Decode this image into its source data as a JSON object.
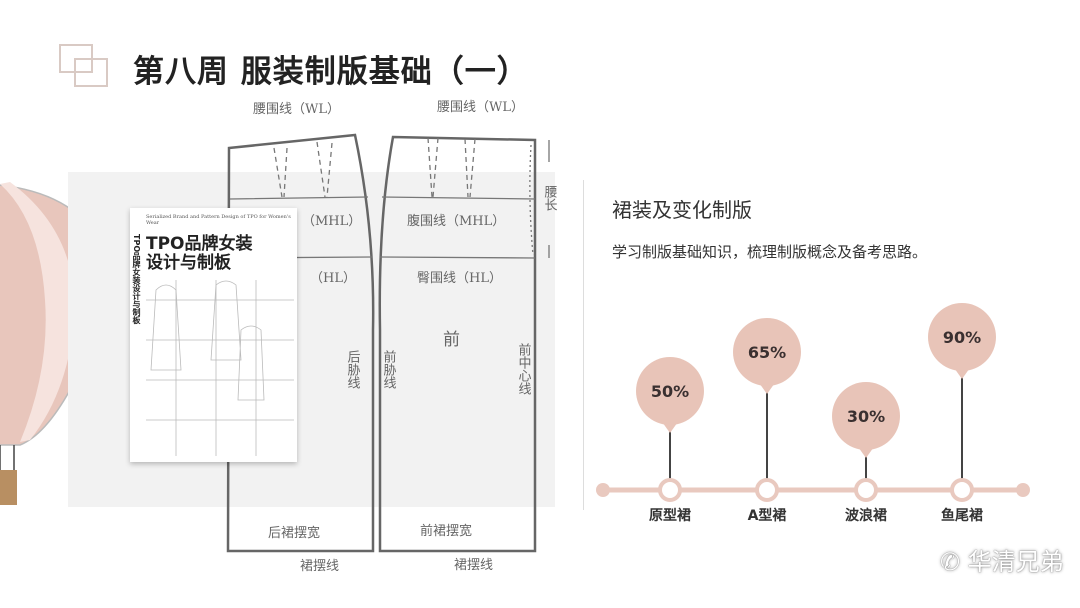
{
  "header": {
    "title": "第八周 服装制版基础（一）",
    "icon": "overlapping-squares-icon"
  },
  "pattern": {
    "labels": {
      "wl_back": "腰围线（WL）",
      "wl_front": "腰围线（WL）",
      "mhl_back": "（MHL）",
      "mhl_front": "腹围线（MHL）",
      "hl_back": "（HL）",
      "hl_front": "臀围线（HL）",
      "front": "前",
      "back_side": "后胁线",
      "front_side": "前胁线",
      "front_center": "前中心线",
      "waist_len": "腰长",
      "back_hem_width": "后裙摆宽",
      "front_hem_width": "前裙摆宽",
      "hem_back": "裙摆线",
      "hem_front": "裙摆线"
    }
  },
  "book": {
    "en_title": "Serialized Brand and Pattern Design of TPO for Women's Wear",
    "title": "TPO品牌女装设计与制板",
    "spine": "TPO品牌女装设计与制板"
  },
  "section": {
    "title": "裙装及变化制版",
    "subtitle": "学习制版基础知识，梳理制版概念及备考思路。"
  },
  "timeline": {
    "accent": "#e8c4b8",
    "line_color": "#e9c9bf",
    "items": [
      {
        "label": "原型裙",
        "percent": 50,
        "text": "50%"
      },
      {
        "label": "A型裙",
        "percent": 65,
        "text": "65%"
      },
      {
        "label": "波浪裙",
        "percent": 30,
        "text": "30%"
      },
      {
        "label": "鱼尾裙",
        "percent": 90,
        "text": "90%"
      }
    ]
  },
  "watermark": {
    "text": "华清兄弟",
    "icon": "wechat-icon"
  }
}
